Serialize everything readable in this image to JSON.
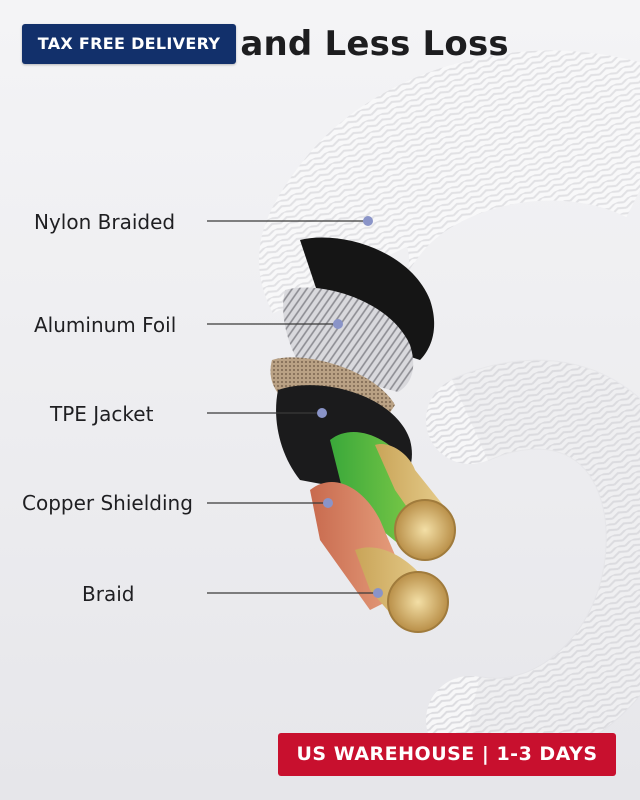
{
  "headline": "lding and Less Loss",
  "badges": {
    "top": "TAX FREE DELIVERY",
    "bottom": "US WAREHOUSE | 1-3 DAYS"
  },
  "layers": [
    "Nylon Braided",
    "Aluminum Foil",
    "TPE Jacket",
    "Copper Shielding",
    "Braid"
  ],
  "colors": {
    "navy_badge": "#12306b",
    "red_badge": "#c8102e",
    "callout_line": "#3a3a3a",
    "callout_dot": "#8a94c8"
  }
}
